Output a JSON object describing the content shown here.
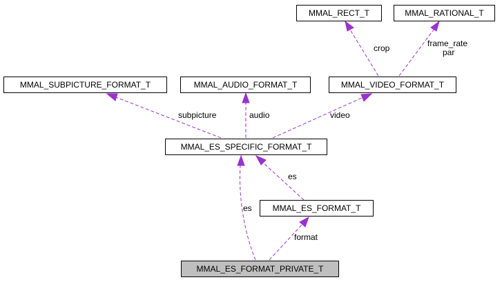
{
  "diagram": {
    "colors": {
      "edge": "#9a32cd",
      "node_border": "#000000",
      "focus_fill": "#bfbfbf",
      "node_fill": "#ffffff"
    },
    "nodes": {
      "rect": "MMAL_RECT_T",
      "rational": "MMAL_RATIONAL_T",
      "subpicture_format": "MMAL_SUBPICTURE_FORMAT_T",
      "audio_format": "MMAL_AUDIO_FORMAT_T",
      "video_format": "MMAL_VIDEO_FORMAT_T",
      "es_specific_format": "MMAL_ES_SPECIFIC_FORMAT_T",
      "es_format": "MMAL_ES_FORMAT_T",
      "es_format_private": "MMAL_ES_FORMAT_PRIVATE_T"
    },
    "edge_labels": {
      "crop": "crop",
      "frame_rate": "frame_rate",
      "par": "par",
      "subpicture": "subpicture",
      "audio": "audio",
      "video": "video",
      "es_to_specific": "es",
      "es_private": "es",
      "format": "format"
    }
  }
}
